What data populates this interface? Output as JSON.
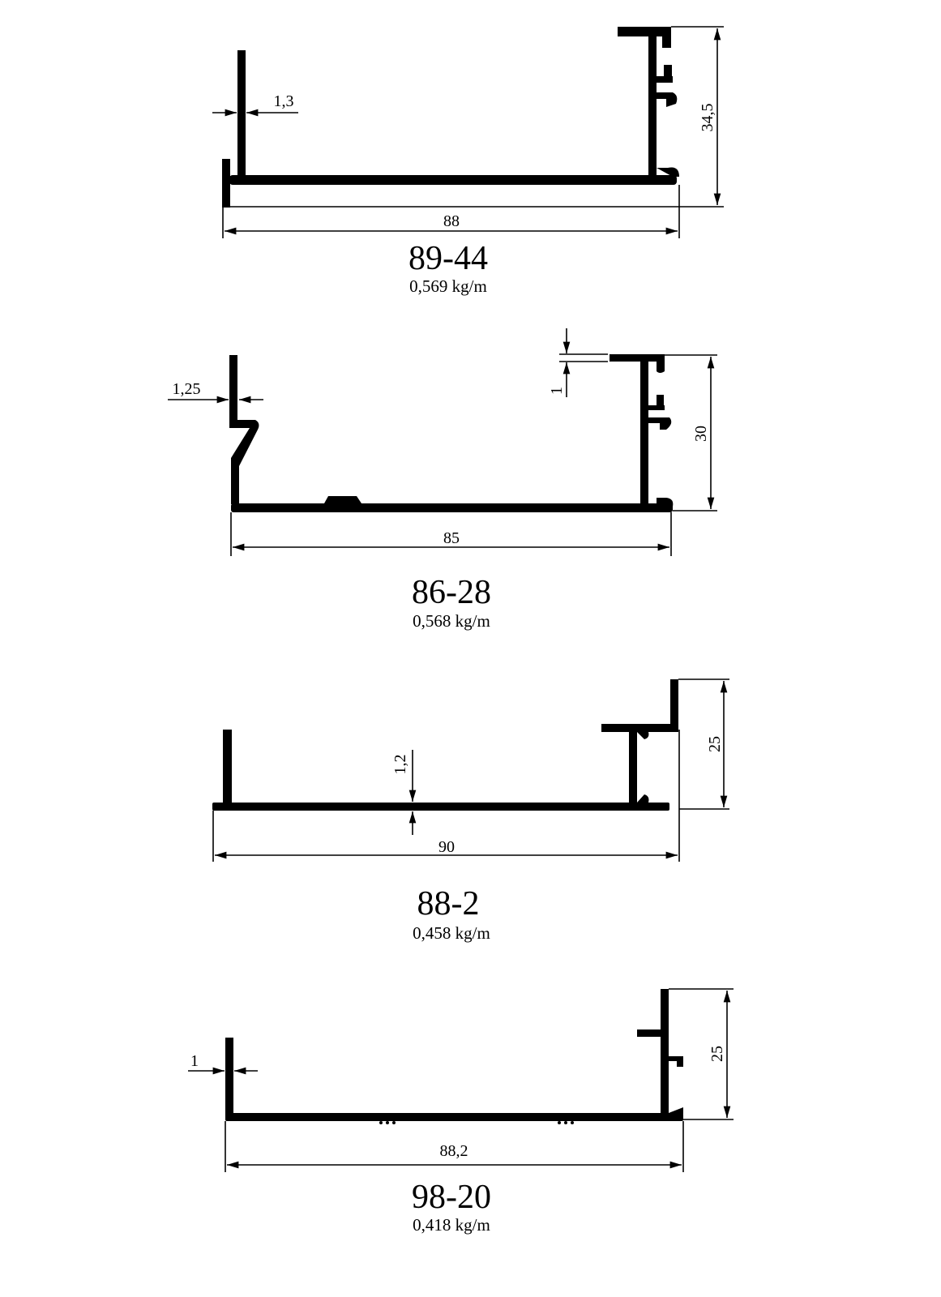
{
  "profiles": [
    {
      "code": "89-44",
      "weight": "0,569 kg/m",
      "width": "88",
      "height": "34,5",
      "thickness": "1,3"
    },
    {
      "code": "86-28",
      "weight": "0,568 kg/m",
      "width": "85",
      "height": "30",
      "thickness": "1,25",
      "flange_thickness": "1"
    },
    {
      "code": "88-2",
      "weight": "0,458 kg/m",
      "width": "90",
      "height": "25",
      "thickness": "1,2"
    },
    {
      "code": "98-20",
      "weight": "0,418 kg/m",
      "width": "88,2",
      "height": "25",
      "thickness": "1"
    }
  ]
}
